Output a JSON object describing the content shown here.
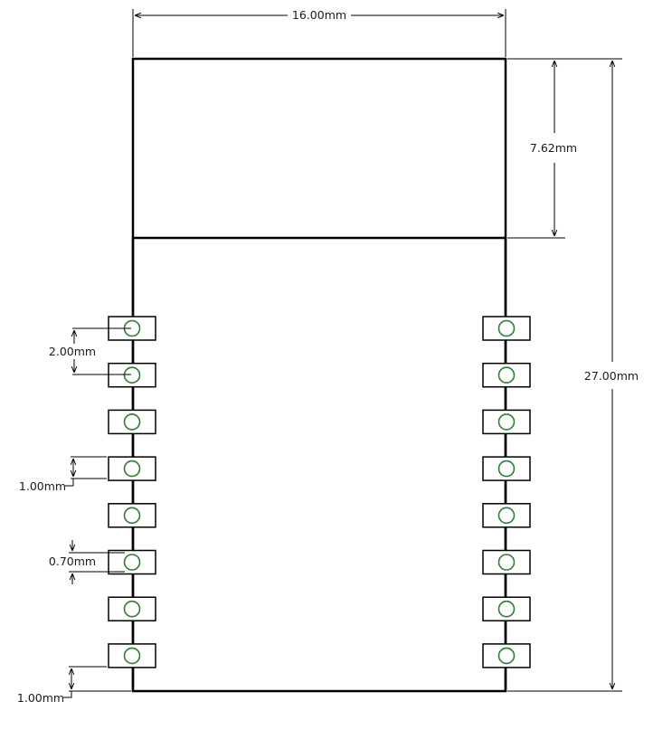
{
  "dimensions": {
    "width": "16.00mm",
    "height": "27.00mm",
    "antenna_height": "7.62mm",
    "pin_pitch": "2.00mm",
    "pad_width": "1.00mm",
    "hole_diameter": "0.70mm",
    "bottom_clearance": "1.00mm"
  },
  "pads": {
    "left_count": 8,
    "right_count": 8
  },
  "colors": {
    "outline": "#000000",
    "hole": "#2e7d32",
    "text": "#1a1a1a"
  }
}
